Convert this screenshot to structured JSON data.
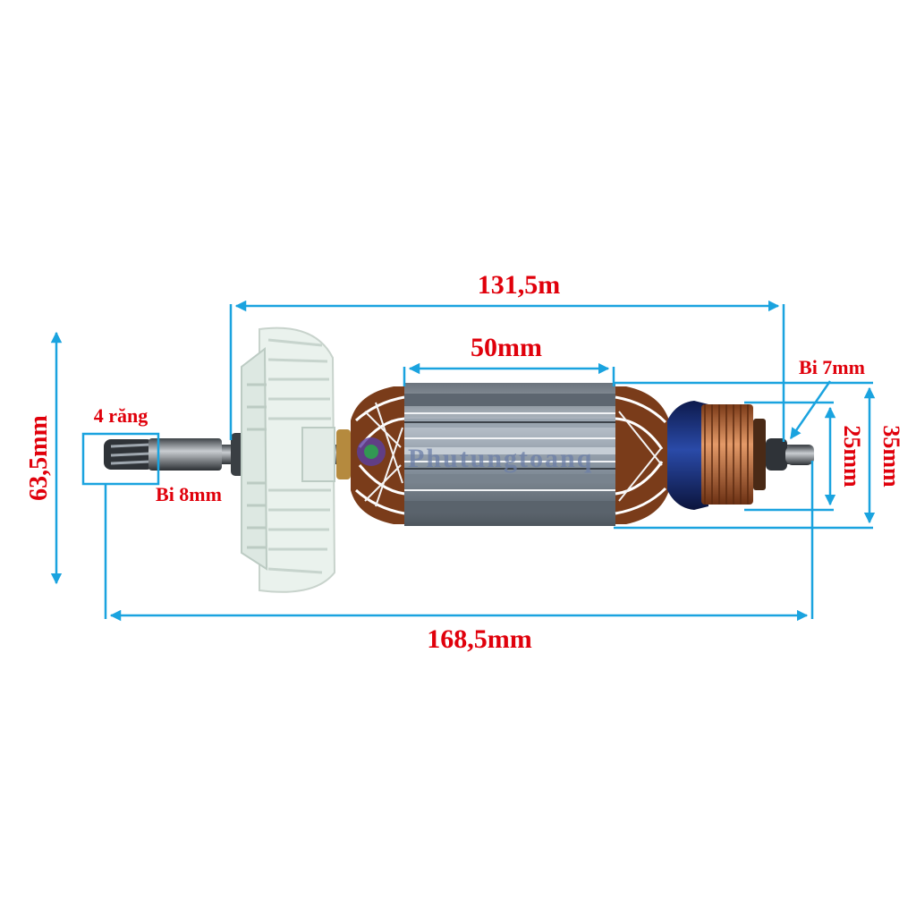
{
  "colors": {
    "dimension_line": "#1aa3df",
    "label": "#e0000b",
    "fan": "#e9f1ec",
    "core": "#8c98a4",
    "copper": "#c46a3a",
    "resin": "#1a2f7a"
  },
  "dimensions": {
    "overall_length": "168,5mm",
    "armature_length": "131,5m",
    "core_length": "50mm",
    "fan_diameter": "63,5mm",
    "core_diameter": "35mm",
    "commutator_diameter": "25mm"
  },
  "annotations": {
    "gear_teeth": "4 răng",
    "front_bearing": "Bi 8mm",
    "rear_bearing": "Bi 7mm"
  },
  "watermark": "Phutungtoanq"
}
